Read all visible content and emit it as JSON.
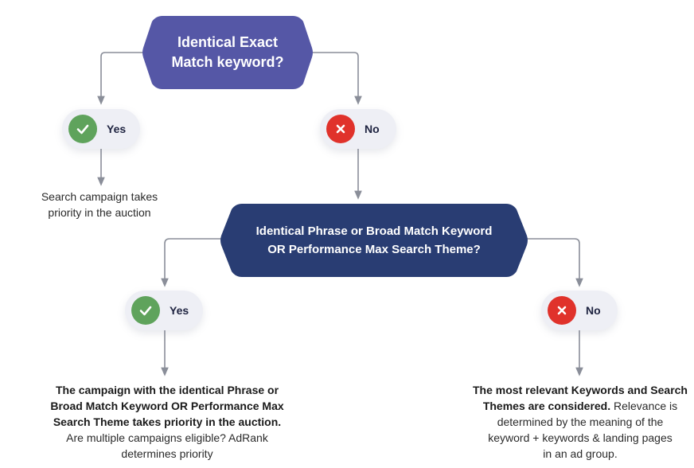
{
  "colors": {
    "decision_1_fill": "#5557a6",
    "decision_2_fill": "#293d73",
    "yes_badge": "#5fa35c",
    "no_badge": "#e0322b",
    "pill_bg": "#eeeff5",
    "connector": "#8a8e99"
  },
  "decision_1": {
    "line1": "Identical Exact",
    "line2": "Match keyword?"
  },
  "decision_2": {
    "line1": "Identical Phrase or Broad Match Keyword",
    "line2": "OR Performance Max Search Theme?"
  },
  "branches": {
    "yes_1": {
      "label": "Yes",
      "icon": "check-icon"
    },
    "no_1": {
      "label": "No",
      "icon": "x-icon"
    },
    "yes_2": {
      "label": "Yes",
      "icon": "check-icon"
    },
    "no_2": {
      "label": "No",
      "icon": "x-icon"
    }
  },
  "outcomes": {
    "yes_1": {
      "line1": "Search campaign takes",
      "line2": "priority in the auction"
    },
    "yes_2": {
      "bold1": "The campaign with the identical Phrase or",
      "bold2": "Broad Match Keyword OR Performance Max",
      "bold3": "Search Theme takes priority in the auction.",
      "line4": "Are multiple campaigns eligible? AdRank",
      "line5": "determines priority"
    },
    "no_2": {
      "bold1": "The most relevant Keywords and Search",
      "bold2": "Themes are considered.",
      "line2_rest": " Relevance is",
      "line3": "determined by the meaning of the",
      "line4": "keyword + keywords & landing pages",
      "line5": "in an ad group."
    }
  }
}
